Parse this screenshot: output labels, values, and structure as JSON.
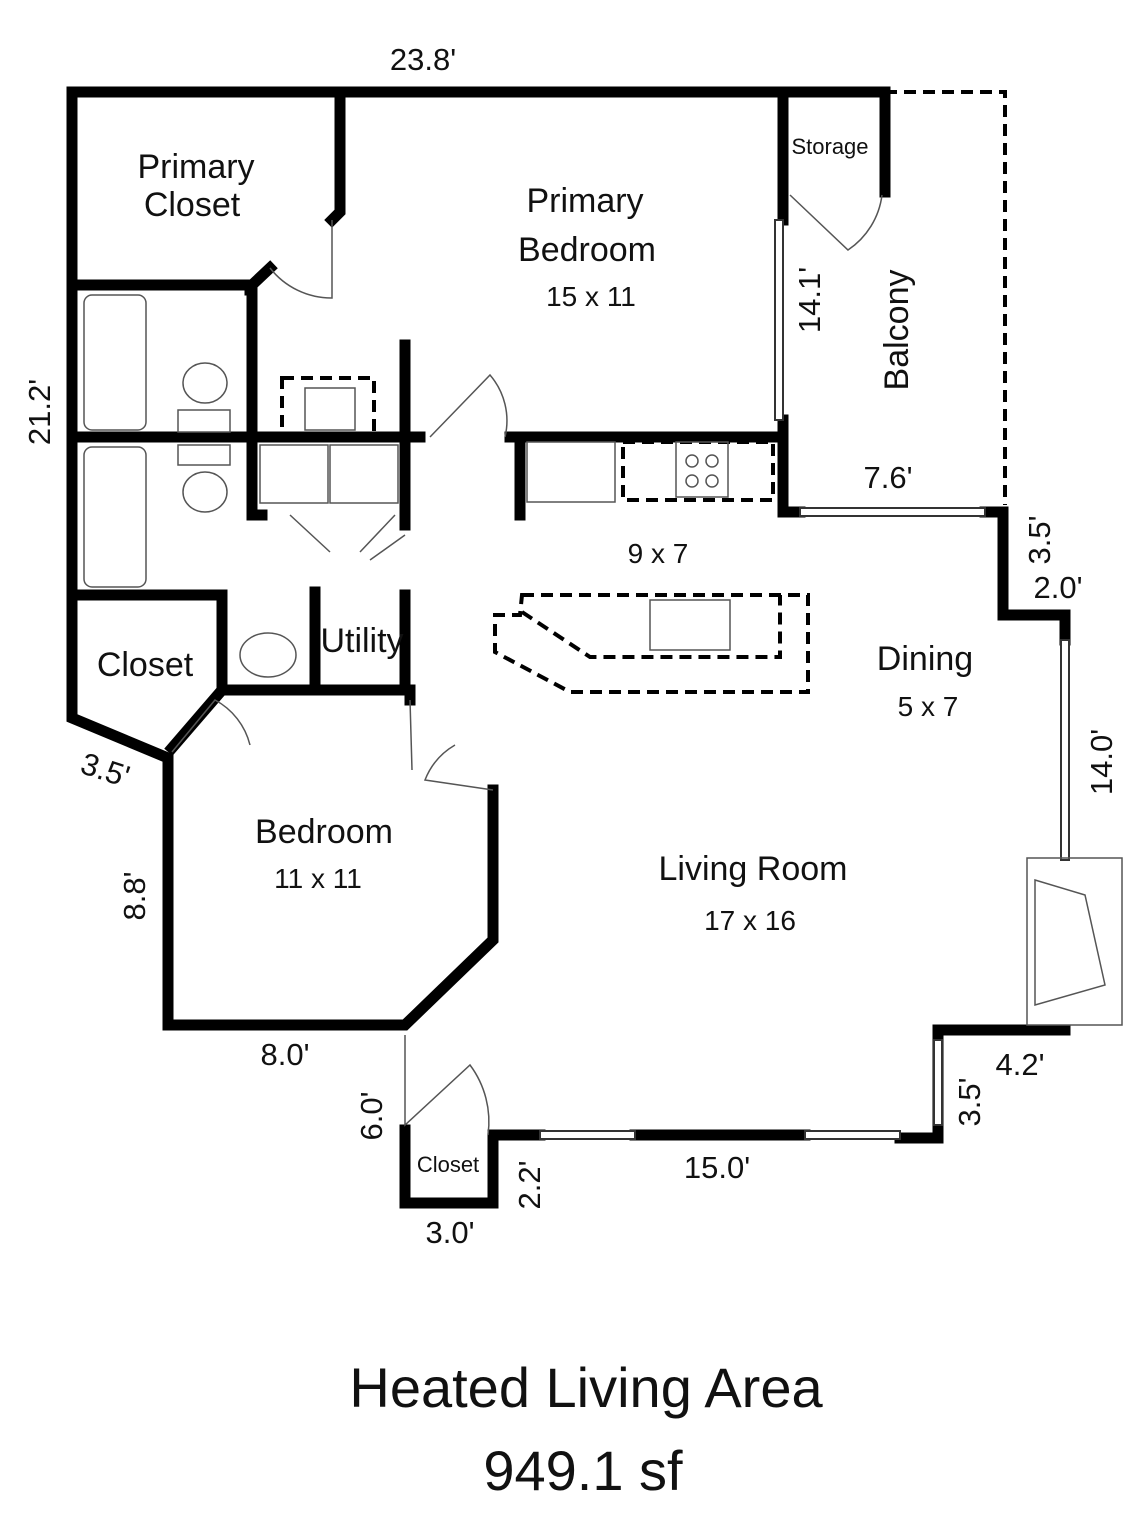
{
  "plan": {
    "rooms": {
      "primary_closet": [
        "Primary",
        "Closet"
      ],
      "primary_bedroom": {
        "name": [
          "Primary",
          "Bedroom"
        ],
        "size": "15 x 11"
      },
      "storage": "Storage",
      "balcony": "Balcony",
      "kitchen": {
        "size": "9 x 7"
      },
      "dining": {
        "name": "Dining",
        "size": "5 x 7"
      },
      "closet": "Closet",
      "utility": "Utility",
      "bedroom": {
        "name": "Bedroom",
        "size": "11 x 11"
      },
      "living_room": {
        "name": "Living Room",
        "size": "17 x 16"
      },
      "entry_closet": "Closet"
    },
    "measurements": {
      "top": "23.8'",
      "left": "21.2'",
      "balcony_door": "14.1'",
      "balcony_width": "7.6'",
      "dining_jog_v": "3.5'",
      "dining_jog_h": "2.0'",
      "right": "14.0'",
      "bedroom_diag": "3.5'",
      "bedroom_left": "8.8'",
      "bedroom_bottom": "8.0'",
      "entry": "6.0'",
      "closet_width": "3.0'",
      "closet_depth": "2.2'",
      "bottom": "15.0'",
      "lower_right_h": "4.2'",
      "lower_right_v": "3.5'"
    }
  },
  "footer": {
    "title": "Heated Living Area",
    "area": "949.1 sf"
  }
}
